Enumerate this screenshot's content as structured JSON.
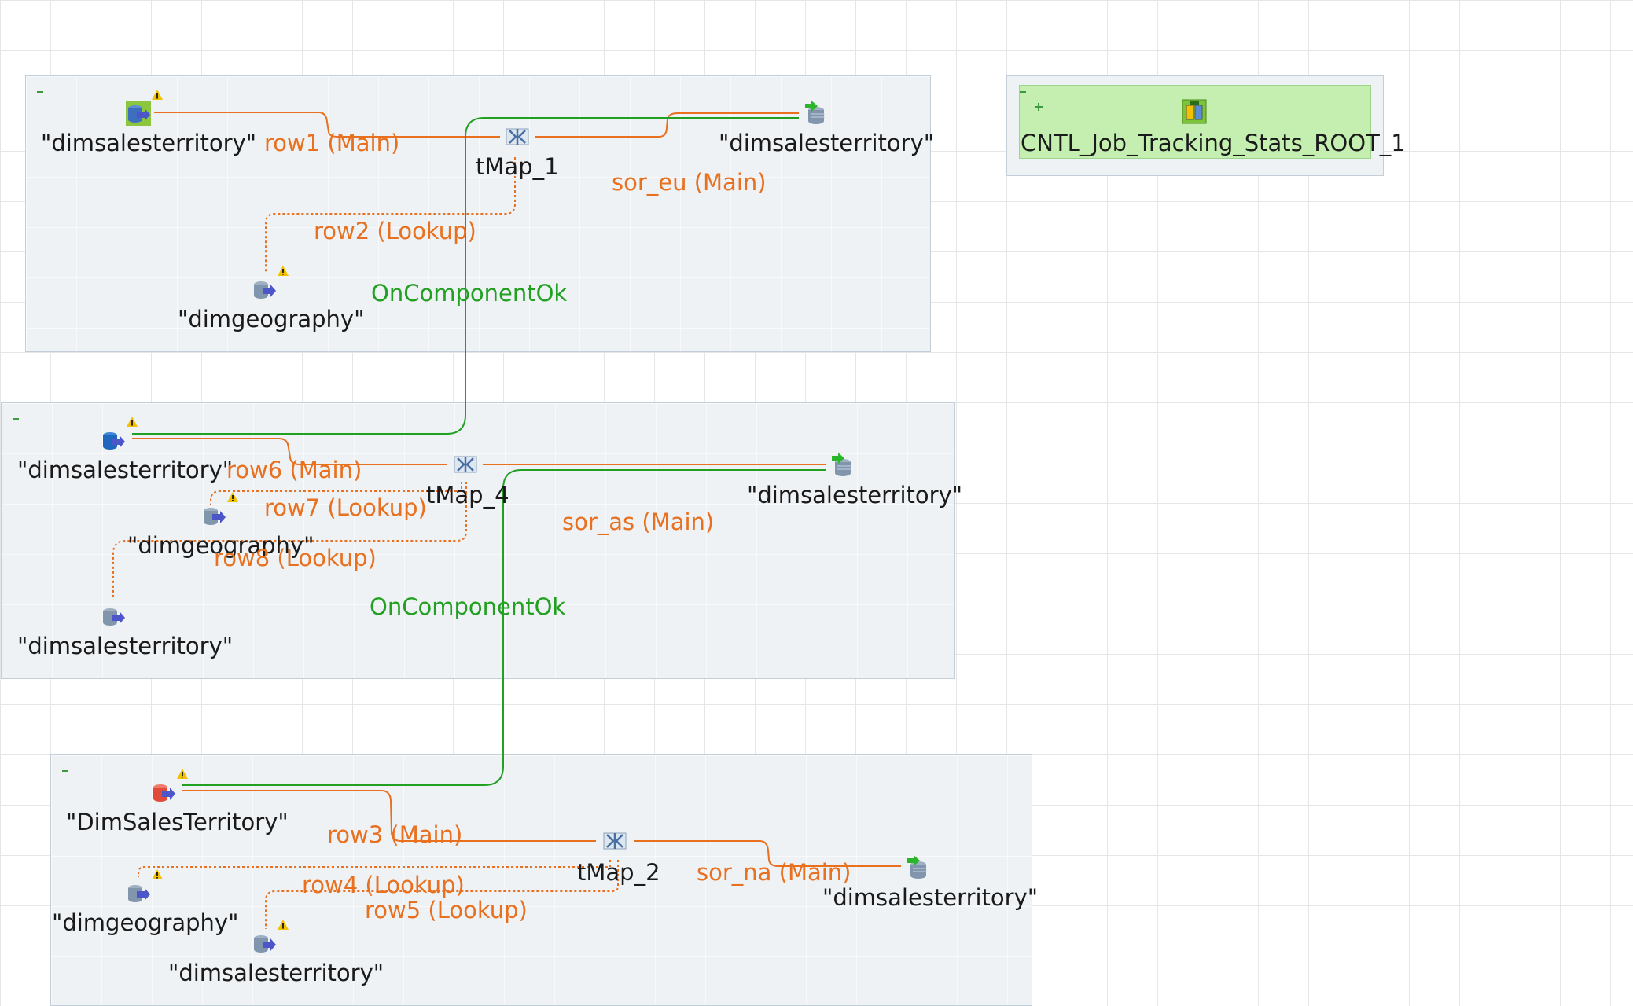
{
  "subjobs": {
    "sj1": {
      "input": "\"dimsalesterritory\"",
      "lookup": "\"dimgeography\"",
      "tmap": "tMap_1",
      "output": "\"dimsalesterritory\"",
      "row_main": "row1 (Main)",
      "row_lookup": "row2 (Lookup)",
      "row_out": "sor_eu (Main)"
    },
    "sj2": {
      "input": "\"dimsalesterritory\"",
      "lookup1": "\"dimgeography\"",
      "lookup2": "\"dimsalesterritory\"",
      "tmap": "tMap_4",
      "output": "\"dimsalesterritory\"",
      "row_main": "row6 (Main)",
      "row_lookup1": "row7 (Lookup)",
      "row_lookup2": "row8 (Lookup)",
      "row_out": "sor_as (Main)"
    },
    "sj3": {
      "input": "\"DimSalesTerritory\"",
      "lookup1": "\"dimgeography\"",
      "lookup2": "\"dimsalesterritory\"",
      "tmap": "tMap_2",
      "output": "\"dimsalesterritory\"",
      "row_main": "row3 (Main)",
      "row_lookup1": "row4 (Lookup)",
      "row_lookup2": "row5 (Lookup)",
      "row_out": "sor_na (Main)"
    }
  },
  "triggers": {
    "t1": "OnComponentOk",
    "t2": "OnComponentOk"
  },
  "control": {
    "name": "CNTL_Job_Tracking_Stats_ROOT_1"
  },
  "colors": {
    "row_link": "#e8701f",
    "trigger_link": "#22a022",
    "subjob_bg": "#eef2f5",
    "control_bg": "#c4efb0"
  },
  "icons": {
    "db_input": "db-input-icon",
    "db_output": "db-output-icon",
    "tmap": "tmap-icon",
    "warning": "warning-icon"
  }
}
